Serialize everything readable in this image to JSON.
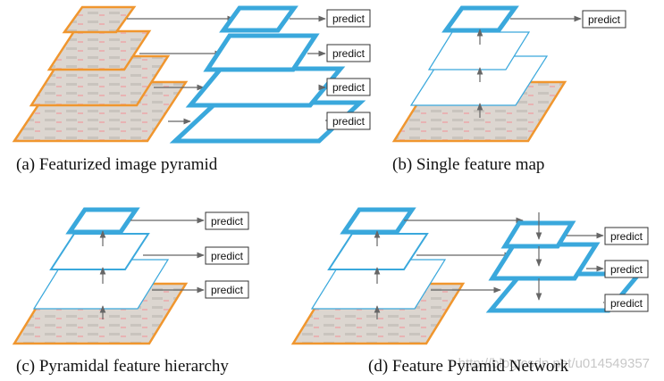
{
  "colors": {
    "feature_map": "#3aa8dc",
    "image": "#f0962e",
    "image_fill": "#dcd6d0",
    "arrow": "#666666"
  },
  "predict_label": "predict",
  "panels": [
    {
      "id": "a",
      "caption": "(a) Featurized image pyramid"
    },
    {
      "id": "b",
      "caption": "(b) Single feature map"
    },
    {
      "id": "c",
      "caption": "(c) Pyramidal feature hierarchy"
    },
    {
      "id": "d",
      "caption": "(d) Feature Pyramid Network"
    }
  ],
  "watermark": "http://blog.csdn.net/u014549357"
}
